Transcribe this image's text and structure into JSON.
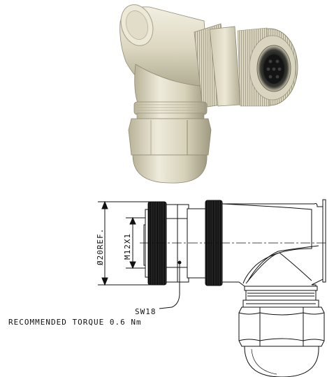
{
  "figure": {
    "colors": {
      "metal_light": "#e6e2cf",
      "metal_mid": "#c8c3a8",
      "metal_dark": "#8f8a72",
      "line": "#111111",
      "socket": "#1c1c1c"
    },
    "drawing": {
      "dim_diameter": "Ø20REF.",
      "dim_thread": "M12X1",
      "wrench_size": "SW18",
      "torque_note": "RECOMMENDED TORQUE 0.6 Nm"
    }
  }
}
